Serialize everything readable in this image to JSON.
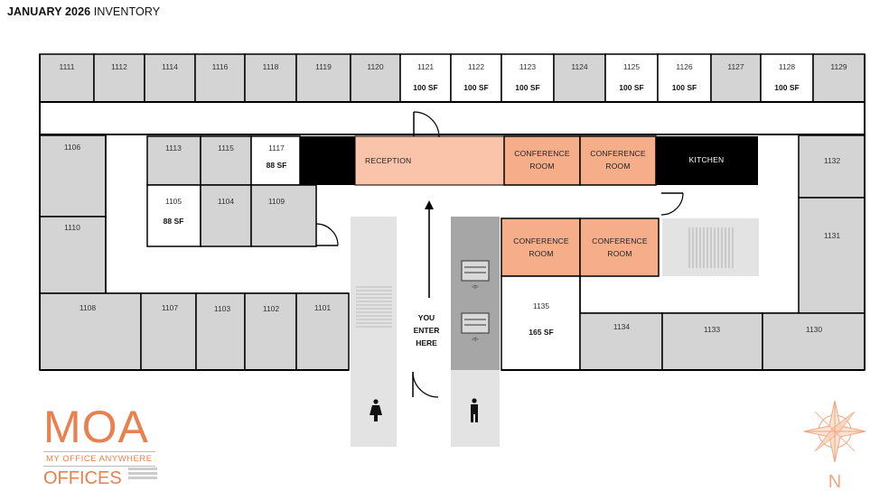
{
  "title": {
    "bold": "JANUARY 2026",
    "rest": " INVENTORY"
  },
  "colors": {
    "vacant": "#ffffff",
    "occupied": "#d4d4d4",
    "accent": "#f9c4aa",
    "conference": "#f6ad8a",
    "dark": "#000000",
    "logo": "#e8814f"
  },
  "top_row": [
    {
      "num": "1111",
      "sf": ""
    },
    {
      "num": "1112",
      "sf": ""
    },
    {
      "num": "1114",
      "sf": ""
    },
    {
      "num": "1116",
      "sf": ""
    },
    {
      "num": "1118",
      "sf": ""
    },
    {
      "num": "1119",
      "sf": ""
    },
    {
      "num": "1120",
      "sf": ""
    },
    {
      "num": "1121",
      "sf": "100 SF"
    },
    {
      "num": "1122",
      "sf": "100 SF"
    },
    {
      "num": "1123",
      "sf": "100 SF"
    },
    {
      "num": "1124",
      "sf": ""
    },
    {
      "num": "1125",
      "sf": "100 SF"
    },
    {
      "num": "1126",
      "sf": "100 SF"
    },
    {
      "num": "1127",
      "sf": ""
    },
    {
      "num": "1128",
      "sf": "100 SF"
    },
    {
      "num": "1129",
      "sf": ""
    }
  ],
  "rooms": {
    "r1106": "1106",
    "r1110": "1110",
    "r1113": "1113",
    "r1115": "1115",
    "r1117": "1117",
    "r1117_sf": "88 SF",
    "r1105": "1105",
    "r1105_sf": "88 SF",
    "r1104": "1104",
    "r1109": "1109",
    "r1108": "1108",
    "r1107": "1107",
    "r1103": "1103",
    "r1102": "1102",
    "r1101": "1101",
    "r1132": "1132",
    "r1131": "1131",
    "r1135": "1135",
    "r1135_sf": "165 SF",
    "r1134": "1134",
    "r1133": "1133",
    "r1130": "1130"
  },
  "labels": {
    "reception": "RECEPTION",
    "conf_line1": "CONFERENCE",
    "conf_line2": "ROOM",
    "kitchen": "KITCHEN",
    "enter1": "YOU",
    "enter2": "ENTER",
    "enter3": "HERE"
  },
  "logo": {
    "moa": "MOA",
    "sub": "MY OFFICE ANYWHERE",
    "offices": "OFFICES"
  },
  "compass": {
    "north": "N"
  },
  "icons": [
    "women-restroom-icon",
    "men-restroom-icon",
    "elevator-icon",
    "stairs-icon",
    "compass-icon"
  ]
}
